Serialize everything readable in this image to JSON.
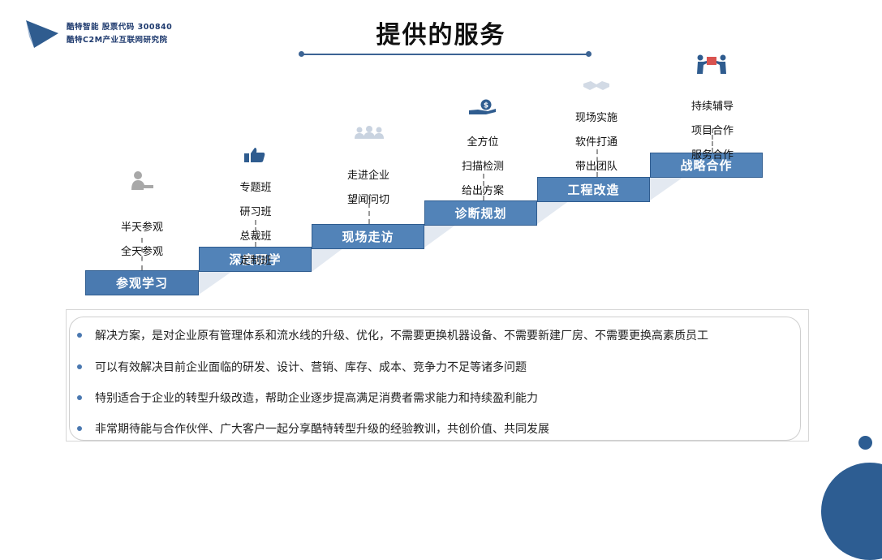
{
  "header": {
    "org_line1": "酷特智能 股票代码 300840",
    "org_line2": "酷特C2M产业互联网研究院",
    "title": "提供的服务"
  },
  "colors": {
    "accent": "#5283b8",
    "dark_blue": "#2d5d92",
    "stair_shadow": "#e2e8f0"
  },
  "steps": [
    {
      "label": "参观学习",
      "desc": [
        "半天参观",
        "全天参观"
      ],
      "icon": "person-at-desk-icon"
    },
    {
      "label": "深度研学",
      "desc": [
        "专题班",
        "研习班",
        "总裁班",
        "定制班"
      ],
      "icon": "thumbs-up-icon"
    },
    {
      "label": "现场走访",
      "desc": [
        "走进企业",
        "望闻问切"
      ],
      "icon": "group-people-icon"
    },
    {
      "label": "诊断规划",
      "desc": [
        "全方位",
        "扫描检测",
        "给出方案"
      ],
      "icon": "money-hand-icon"
    },
    {
      "label": "工程改造",
      "desc": [
        "现场实施",
        "软件打通",
        "带出团队"
      ],
      "icon": "handshake-icon"
    },
    {
      "label": "战略合作",
      "desc": [
        "持续辅导",
        "项目合作",
        "服务合作"
      ],
      "icon": "delivery-people-icon"
    }
  ],
  "bullets": [
    "解决方案，是对企业原有管理体系和流水线的升级、优化，不需要更换机器设备、不需要新建厂房、不需要更换高素质员工",
    "可以有效解决目前企业面临的研发、设计、营销、库存、成本、竞争力不足等诸多问题",
    "特别适合于企业的转型升级改造，帮助企业逐步提高满足消费者需求能力和持续盈利能力",
    "非常期待能与合作伙伴、广大客户一起分享酷特转型升级的经验教训，共创价值、共同发展"
  ]
}
